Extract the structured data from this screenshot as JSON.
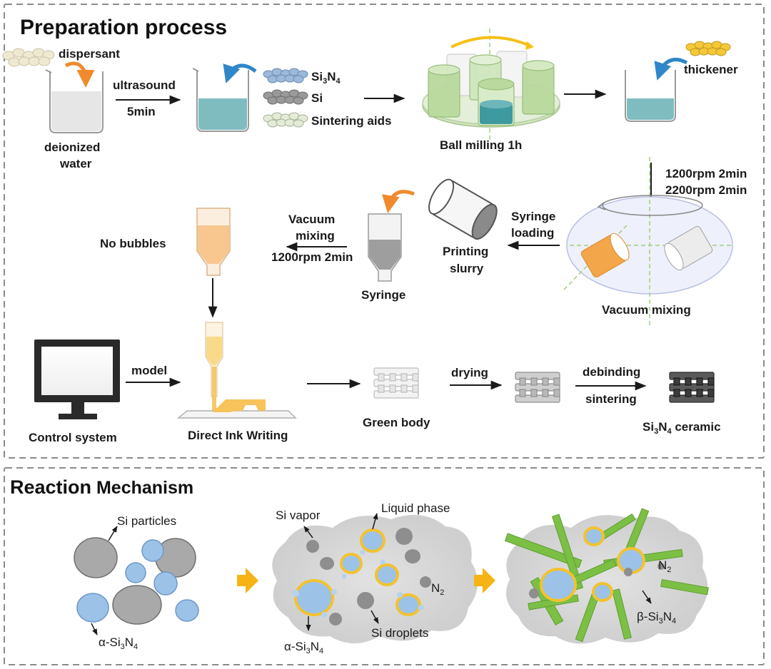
{
  "preparation": {
    "title": "Preparation process",
    "dispersant": "dispersant",
    "deionized_water": [
      "deionized",
      "water"
    ],
    "ultrasound": "ultrasound",
    "ultrasound_time": "5min",
    "powders": {
      "si3n4": {
        "main": "Si",
        "sub1": "3",
        "mid": "N",
        "sub2": "4"
      },
      "si": "Si",
      "sintering_aids": "Sintering aids"
    },
    "ball_milling": "Ball milling 1h",
    "thickener": "thickener",
    "speed1": "1200rpm 2min",
    "speed2": "2200rpm 2min",
    "vacuum_mixing": "Vacuum mixing",
    "syringe_loading": [
      "Syringe",
      "loading"
    ],
    "printing_slurry": [
      "Printing",
      "slurry"
    ],
    "syringe": "Syringe",
    "vacuum_mixing2": [
      "Vacuum",
      "mixing"
    ],
    "speed3": "1200rpm 2min",
    "no_bubbles": "No bubbles",
    "model": "model",
    "control_system": "Control system",
    "direct_ink_writing": "Direct Ink Writing",
    "green_body": "Green body",
    "drying": "drying",
    "debinding": "debinding",
    "sintering": "sintering",
    "ceramic": {
      "main": "Si",
      "sub1": "3",
      "mid": "N",
      "sub2": "4",
      "tail": " ceramic"
    }
  },
  "reaction": {
    "title_bold": "Reaction",
    "title_rest": " Mechanism",
    "si_particles": "Si particles",
    "alpha1": {
      "pre": "α-Si",
      "sub1": "3",
      "mid": "N",
      "sub2": "4"
    },
    "si_vapor": "Si vapor",
    "liquid_phase": "Liquid phase",
    "n2_1": {
      "main": "N",
      "sub": "2"
    },
    "si_droplets": "Si droplets",
    "alpha2": {
      "pre": "α-Si",
      "sub1": "3",
      "mid": "N",
      "sub2": "4"
    },
    "n2_2": {
      "main": "N",
      "sub": "2"
    },
    "beta": {
      "pre": "β-Si",
      "sub1": "3",
      "mid": "N",
      "sub2": "4"
    }
  },
  "colors": {
    "water": "#7fbcc0",
    "orange": "#f08a2c",
    "blue_arrow": "#2f86c9",
    "green_jar": "#a8d08d",
    "slurry": "#f7c78f",
    "gold": "#f5c016",
    "alpha": "#9cc2e8",
    "grey_particle": "#a9a9a9",
    "beta_rod": "#7cbf45",
    "cloud": "#d9d9d9"
  }
}
